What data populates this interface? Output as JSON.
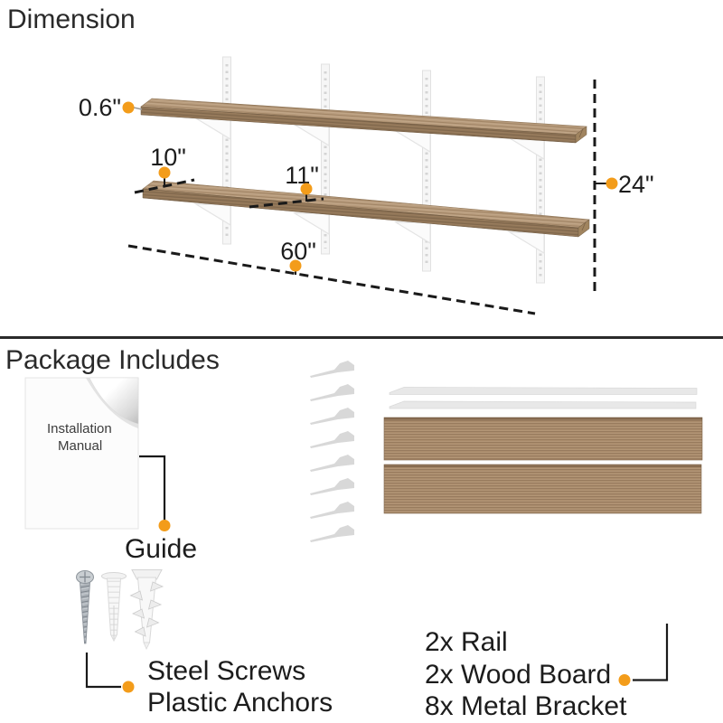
{
  "dimension": {
    "title": "Dimension",
    "thickness_label": "0.6\"",
    "shelf_depth_label": "10\"",
    "bracket_depth_label": "11\"",
    "height_label": "24\"",
    "width_label": "60\""
  },
  "package": {
    "title": "Package Includes",
    "manual_text_line1": "Installation",
    "manual_text_line2": "Manual",
    "guide_label": "Guide",
    "screws_label": "Steel Screws",
    "anchors_label": "Plastic Anchors",
    "rail_item_label": "2x Rail",
    "board_item_label": "2x Wood Board",
    "bracket_item_label": "8x Metal Bracket"
  },
  "colors": {
    "accent": "#F39C1A",
    "text": "#1F1F1F",
    "divider": "#2B2B2B",
    "wood_top": "#B79B7C",
    "wood_front": "#8E7456",
    "wood_board": "#A88A6B"
  }
}
